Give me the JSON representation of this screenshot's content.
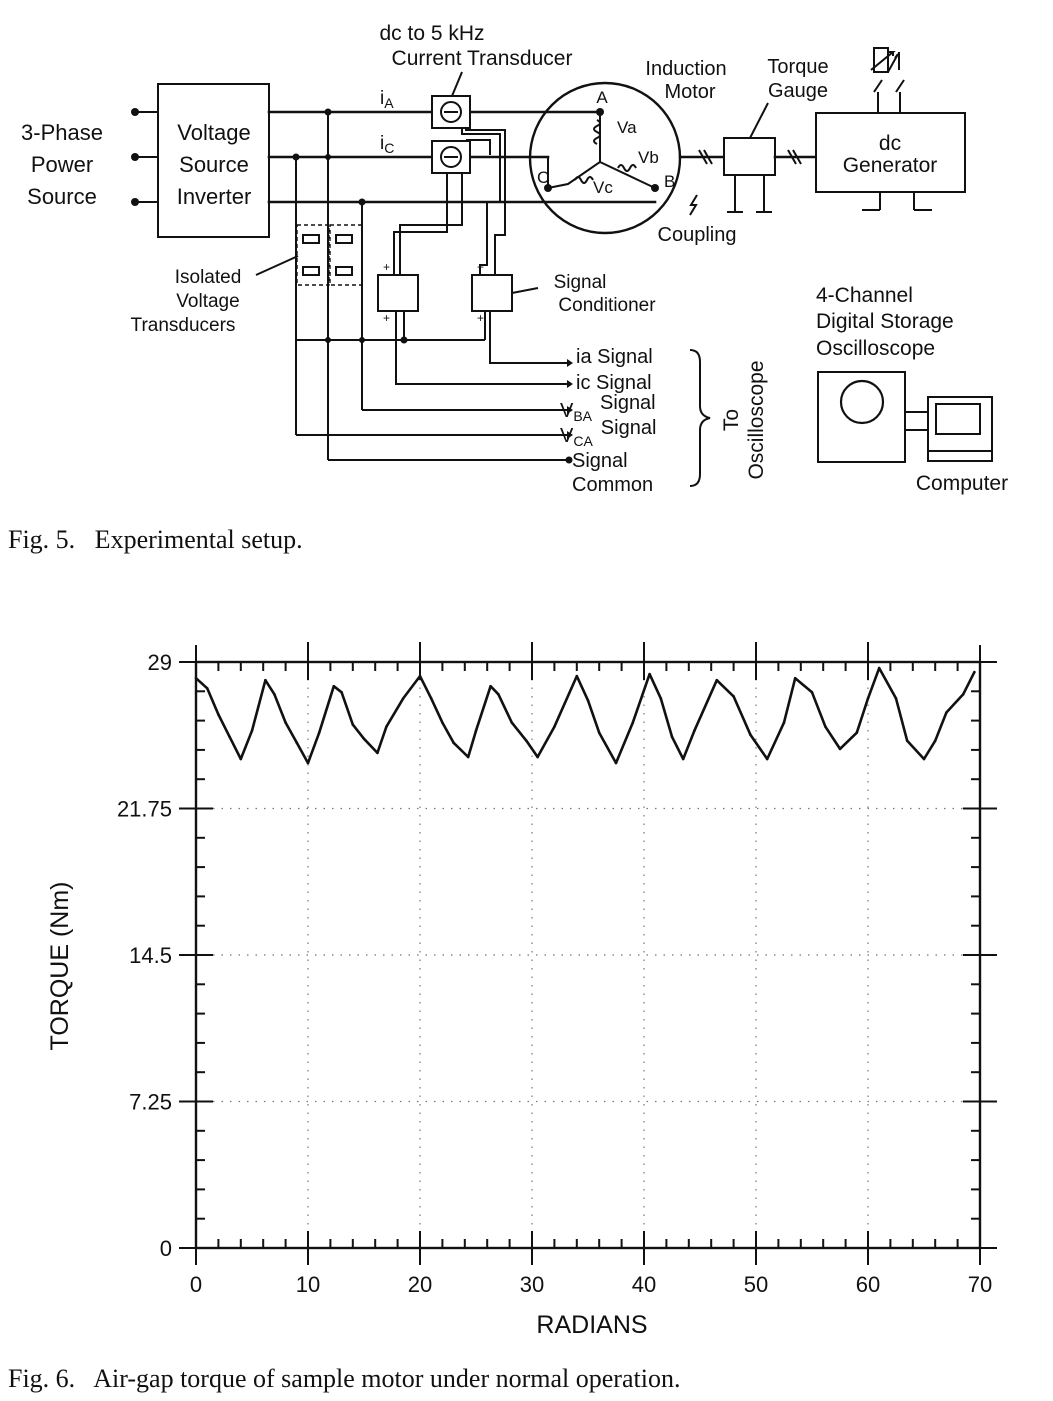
{
  "fig5": {
    "caption": "Fig. 5.   Experimental setup.",
    "labels": {
      "source_1": "3-Phase",
      "source_2": "Power",
      "source_3": "Source",
      "inverter_1": "Voltage",
      "inverter_2": "Source",
      "inverter_3": "Inverter",
      "transducer_1": "dc to 5 kHz",
      "transducer_2": "Current Transducer",
      "motor_1": "Induction",
      "motor_2": "Motor",
      "gauge_1": "Torque",
      "gauge_2": "Gauge",
      "generator_1": "dc",
      "generator_2": "Generator",
      "coupling": "Coupling",
      "ivt_1": "Isolated",
      "ivt_2": "Voltage",
      "ivt_3": "Transducers",
      "cond_1": "Signal",
      "cond_2": "Conditioner",
      "scope_1": "4-Channel",
      "scope_2": "Digital Storage",
      "scope_3": "Oscilloscope",
      "computer": "Computer",
      "to_osc_1": "To",
      "to_osc_2": "Oscilloscope",
      "iA": "i",
      "iA_sub": "A",
      "iC": "i",
      "iC_sub": "C",
      "node_A": "A",
      "node_B": "B",
      "node_C": "C",
      "Va": "Va",
      "Vb": "Vb",
      "Vc": "Vc",
      "plus": "+"
    },
    "signals": {
      "ia": "ia Signal",
      "ic": "ic Signal",
      "vba_v": "V",
      "vba_sub": "BA",
      "vba_rest": "Signal",
      "vca_v": "V",
      "vca_sub": "CA",
      "vca_rest": "Signal",
      "common_1": "Signal",
      "common_2": "Common"
    }
  },
  "fig6": {
    "caption": "Fig. 6.   Air-gap torque of sample motor under normal operation.",
    "chart_data": {
      "type": "line",
      "title": "",
      "xlabel": "RADIANS",
      "ylabel": "TORQUE (Nm)",
      "xlim": [
        0,
        70
      ],
      "ylim": [
        0,
        29
      ],
      "xticks": [
        "0",
        "10",
        "20",
        "30",
        "40",
        "50",
        "60",
        "70"
      ],
      "yticks": [
        "0",
        "7.25",
        "14.5",
        "21.75",
        "29"
      ],
      "grid": true,
      "series": [
        {
          "x": [
            0,
            1,
            2,
            3,
            4,
            5,
            6.2,
            7,
            8,
            9,
            10,
            11,
            12.3,
            13,
            14,
            15,
            16.2,
            17,
            18.5,
            20,
            21,
            22,
            23,
            24.3,
            25,
            26.3,
            27,
            28.2,
            29.5,
            30.5,
            32,
            34,
            35,
            36,
            37.5,
            39,
            40.5,
            41.5,
            42.5,
            43.5,
            44.5,
            46.5,
            48,
            49.5,
            51,
            52.5,
            53.5,
            55,
            56.2,
            57.5,
            59,
            60,
            61,
            62.5,
            63.5,
            65,
            66,
            67,
            68.5,
            69.5
          ],
          "y": [
            28.2,
            27.7,
            26.4,
            25.3,
            24.2,
            25.6,
            28.1,
            27.4,
            26.0,
            25.0,
            24.0,
            25.5,
            27.8,
            27.5,
            25.9,
            25.2,
            24.5,
            25.8,
            27.2,
            28.3,
            27.2,
            26.0,
            25.0,
            24.3,
            25.6,
            27.8,
            27.4,
            26.0,
            25.1,
            24.3,
            25.8,
            28.3,
            27.1,
            25.5,
            24.0,
            26.0,
            28.4,
            27.2,
            25.3,
            24.2,
            25.6,
            28.1,
            27.3,
            25.4,
            24.2,
            26.0,
            28.2,
            27.5,
            25.8,
            24.7,
            25.5,
            27.2,
            28.7,
            27.2,
            25.1,
            24.2,
            25.1,
            26.5,
            27.4,
            28.5
          ]
        }
      ],
      "marker_x": [
        10,
        20,
        30,
        40,
        50,
        60
      ]
    }
  }
}
